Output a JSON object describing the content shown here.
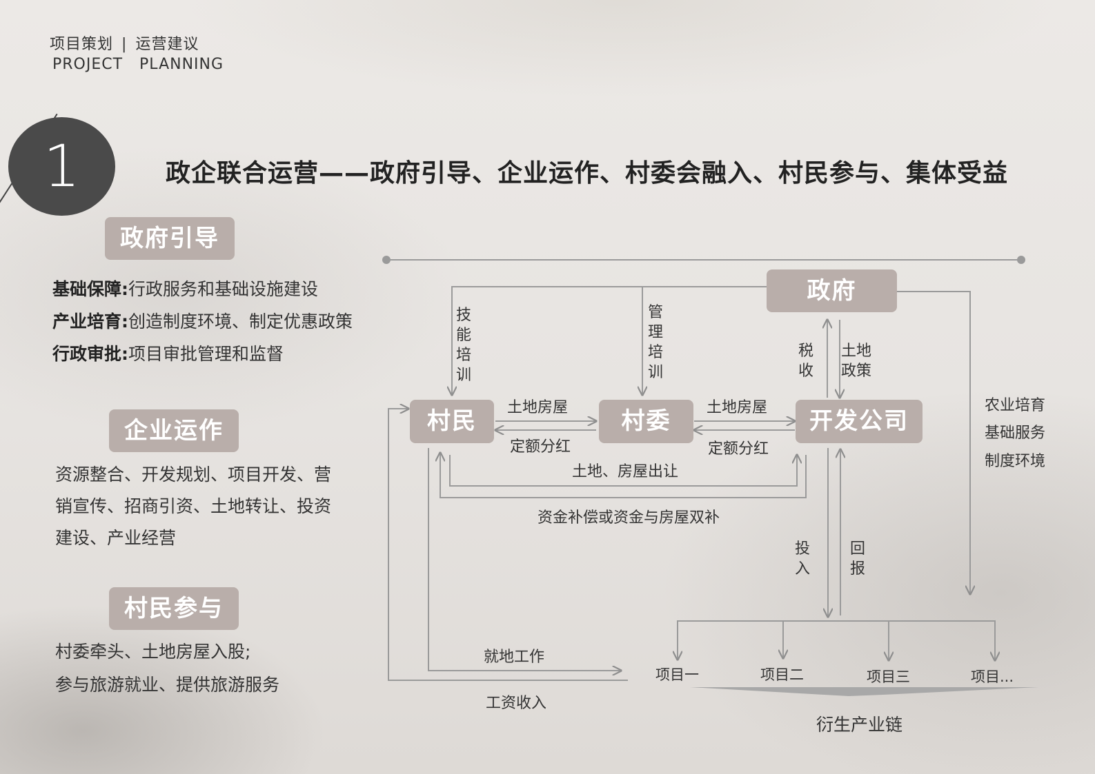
{
  "header": {
    "line1_left": "项目策划",
    "separator": "|",
    "line1_right": "运营建议",
    "line2": "PROJECT   PLANNING"
  },
  "section": {
    "number": "1",
    "title": "政企联合运营——政府引导、企业运作、村委会融入、村民参与、集体受益"
  },
  "left_panel": {
    "gov": {
      "badge": "政府引导",
      "items": [
        {
          "label": "基础保障:",
          "text": "行政服务和基础设施建设"
        },
        {
          "label": "产业培育:",
          "text": "创造制度环境、制定优惠政策"
        },
        {
          "label": "行政审批:",
          "text": "项目审批管理和监督"
        }
      ]
    },
    "enterprise": {
      "badge": "企业运作",
      "lines": [
        "资源整合、开发规划、项目开发、营",
        "销宣传、招商引资、土地转让、投资",
        "建设、产业经营"
      ]
    },
    "villagers": {
      "badge": "村民参与",
      "lines": [
        "村委牵头、土地房屋入股;",
        "参与旅游就业、提供旅游服务"
      ]
    }
  },
  "diagram": {
    "nodes": {
      "gov": "政府",
      "villagers": "村民",
      "committee": "村委",
      "developer": "开发公司"
    },
    "vertical_labels": {
      "skill_training": "技能培训",
      "mgmt_training": "管理培训",
      "tax": "税收",
      "land_policy": "土地政策",
      "invest": "投入",
      "return": "回报"
    },
    "edge_labels": {
      "land_house_1": "土地房屋",
      "dividend_1": "定额分红",
      "land_house_2": "土地房屋",
      "dividend_2": "定额分红",
      "land_house_transfer": "土地、房屋出让",
      "compensation": "资金补偿或资金与房屋双补",
      "local_work": "就地工作",
      "wage_income": "工资收入"
    },
    "right_labels": [
      "农业培育",
      "基础服务",
      "制度环境"
    ],
    "projects": [
      "项目一",
      "项目二",
      "项目三",
      "项目..."
    ],
    "chain_label": "衍生产业链",
    "colors": {
      "node": "#b9aeaa",
      "line": "#9a9a9a"
    }
  }
}
